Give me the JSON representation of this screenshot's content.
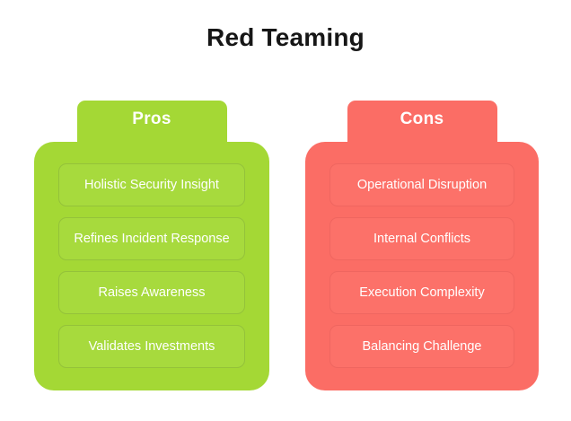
{
  "title": "Red Teaming",
  "colors": {
    "background": "#ffffff",
    "title_text": "#161616",
    "pros_accent": "#a4d835",
    "pros_item_border": "#94c23a",
    "cons_accent": "#fb6d65",
    "cons_item_border": "#ef6660",
    "item_text": "#ffffff"
  },
  "columns": [
    {
      "key": "pros",
      "header": "Pros",
      "items": [
        "Holistic Security Insight",
        "Refines Incident Response",
        "Raises Awareness",
        "Validates Investments"
      ]
    },
    {
      "key": "cons",
      "header": "Cons",
      "items": [
        "Operational Disruption",
        "Internal Conflicts",
        "Execution Complexity",
        "Balancing Challenge"
      ]
    }
  ]
}
